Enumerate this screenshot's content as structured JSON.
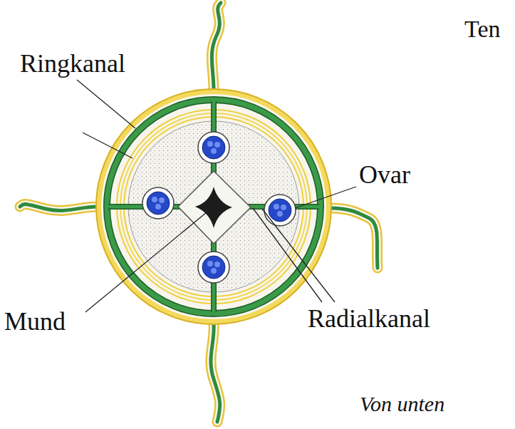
{
  "diagram": {
    "caption": "Von unten",
    "labels": [
      "Ten",
      "Ringkanal",
      "Ovar",
      "Mund",
      "Radialkanal"
    ]
  }
}
